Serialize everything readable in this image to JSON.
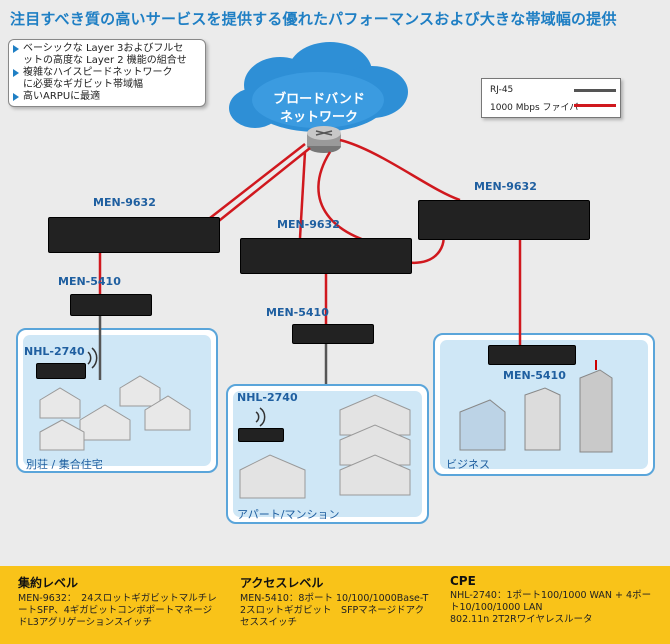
{
  "title": "注目すべき質の高いサービスを提供する優れたパフォーマンスおよび大きな帯域幅の提供",
  "features": [
    {
      "line1": "ベーシックな Layer 3およびフルセ",
      "line2": "ットの高度な Layer 2 機能の組合せ"
    },
    {
      "line1": "複雑なハイスピードネットワーク",
      "line2": "に必要なギガビット帯域幅"
    },
    {
      "line1": "高いARPUに最適",
      "line2": ""
    }
  ],
  "cloud": {
    "line1": "ブロードバンド",
    "line2": "ネットワーク"
  },
  "legend": {
    "rj45": "RJ-45",
    "fiber": "1000 Mbps ファイバ"
  },
  "devices": {
    "men9632_left": "MEN-9632",
    "men9632_center": "MEN-9632",
    "men9632_right": "MEN-9632",
    "men5410_left": "MEN-5410",
    "men5410_center": "MEN-5410",
    "men5410_right": "MEN-5410",
    "nhl2740_left": "NHL-2740",
    "nhl2740_center": "NHL-2740"
  },
  "zones": {
    "left": "別荘 / 集合住宅",
    "center": "アパート/マンション",
    "right": "ビジネス"
  },
  "footer": [
    {
      "heading": "集約レベル",
      "body1": "MEN-9632：　24スロットギガビットマルチレ",
      "body2": "ートSFP、4ギガビットコンボポートマネージ",
      "body3": "ドL3アグリゲーションスイッチ"
    },
    {
      "heading": "アクセスレベル",
      "body1": "MEN-5410：8ポート 10/100/1000Base-T",
      "body2": "2スロットギガビット　SFPマネージドアク",
      "body3": "セススイッチ"
    },
    {
      "heading": "CPE",
      "body1": "NHL-2740：1ポート100/1000 WAN + 4ポー",
      "body2": "ト10/100/1000 LAN",
      "body3": "802.11n 2T2Rワイヤレスルータ"
    }
  ],
  "colors": {
    "accent": "#1f7fc4",
    "fiber": "#d0181e",
    "rj45": "#555555",
    "footer": "#f9c319",
    "zone_border": "#5aa5da"
  }
}
